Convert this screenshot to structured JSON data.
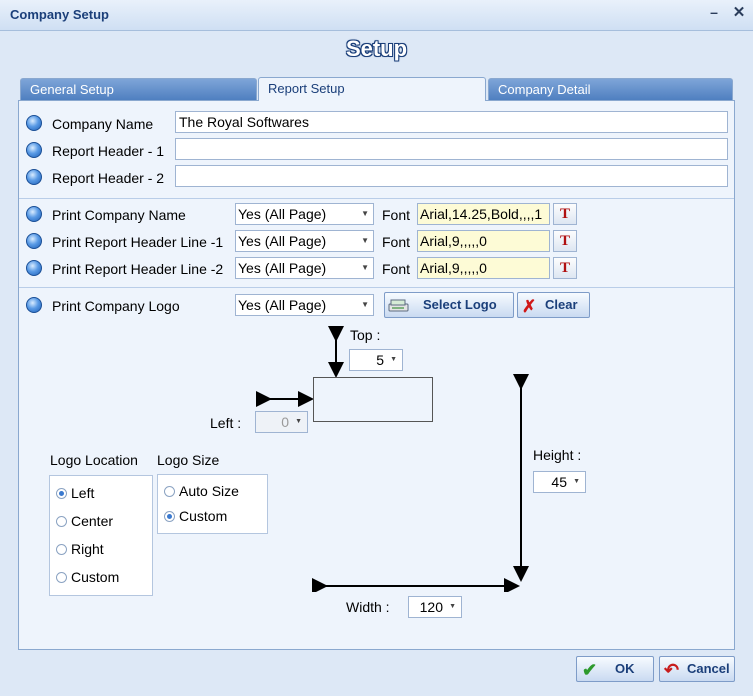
{
  "window": {
    "title": "Company Setup",
    "minimize": "–",
    "close": "✕"
  },
  "header": {
    "title": "Setup"
  },
  "tabs": [
    {
      "label": "General Setup"
    },
    {
      "label": "Report Setup"
    },
    {
      "label": "Company Detail"
    }
  ],
  "fields": {
    "company_name": {
      "label": "Company Name",
      "value": "The Royal Softwares"
    },
    "header1": {
      "label": "Report Header - 1",
      "value": ""
    },
    "header2": {
      "label": "Report Header - 2",
      "value": ""
    }
  },
  "print_rows": [
    {
      "label": "Print Company Name",
      "option": "Yes (All Page)",
      "font_label": "Font",
      "font_value": "Arial,14.25,Bold,,,,1"
    },
    {
      "label": "Print Report Header Line -1",
      "option": "Yes (All Page)",
      "font_label": "Font",
      "font_value": "Arial,9,,,,,0"
    },
    {
      "label": "Print Report Header Line -2",
      "option": "Yes (All Page)",
      "font_label": "Font",
      "font_value": "Arial,9,,,,,0"
    }
  ],
  "font_button": "T",
  "logo": {
    "label": "Print Company Logo",
    "option": "Yes (All Page)",
    "select_button": "Select Logo",
    "clear_button": "Clear",
    "top_label": "Top :",
    "top_value": "5",
    "left_label": "Left :",
    "left_value": "0",
    "height_label": "Height :",
    "height_value": "45",
    "width_label": "Width :",
    "width_value": "120",
    "location": {
      "title": "Logo Location",
      "options": [
        "Left",
        "Center",
        "Right",
        "Custom"
      ],
      "selected": "Left"
    },
    "size": {
      "title": "Logo Size",
      "options": [
        "Auto Size",
        "Custom"
      ],
      "selected": "Custom"
    }
  },
  "footer": {
    "ok": "OK",
    "cancel": "Cancel"
  }
}
